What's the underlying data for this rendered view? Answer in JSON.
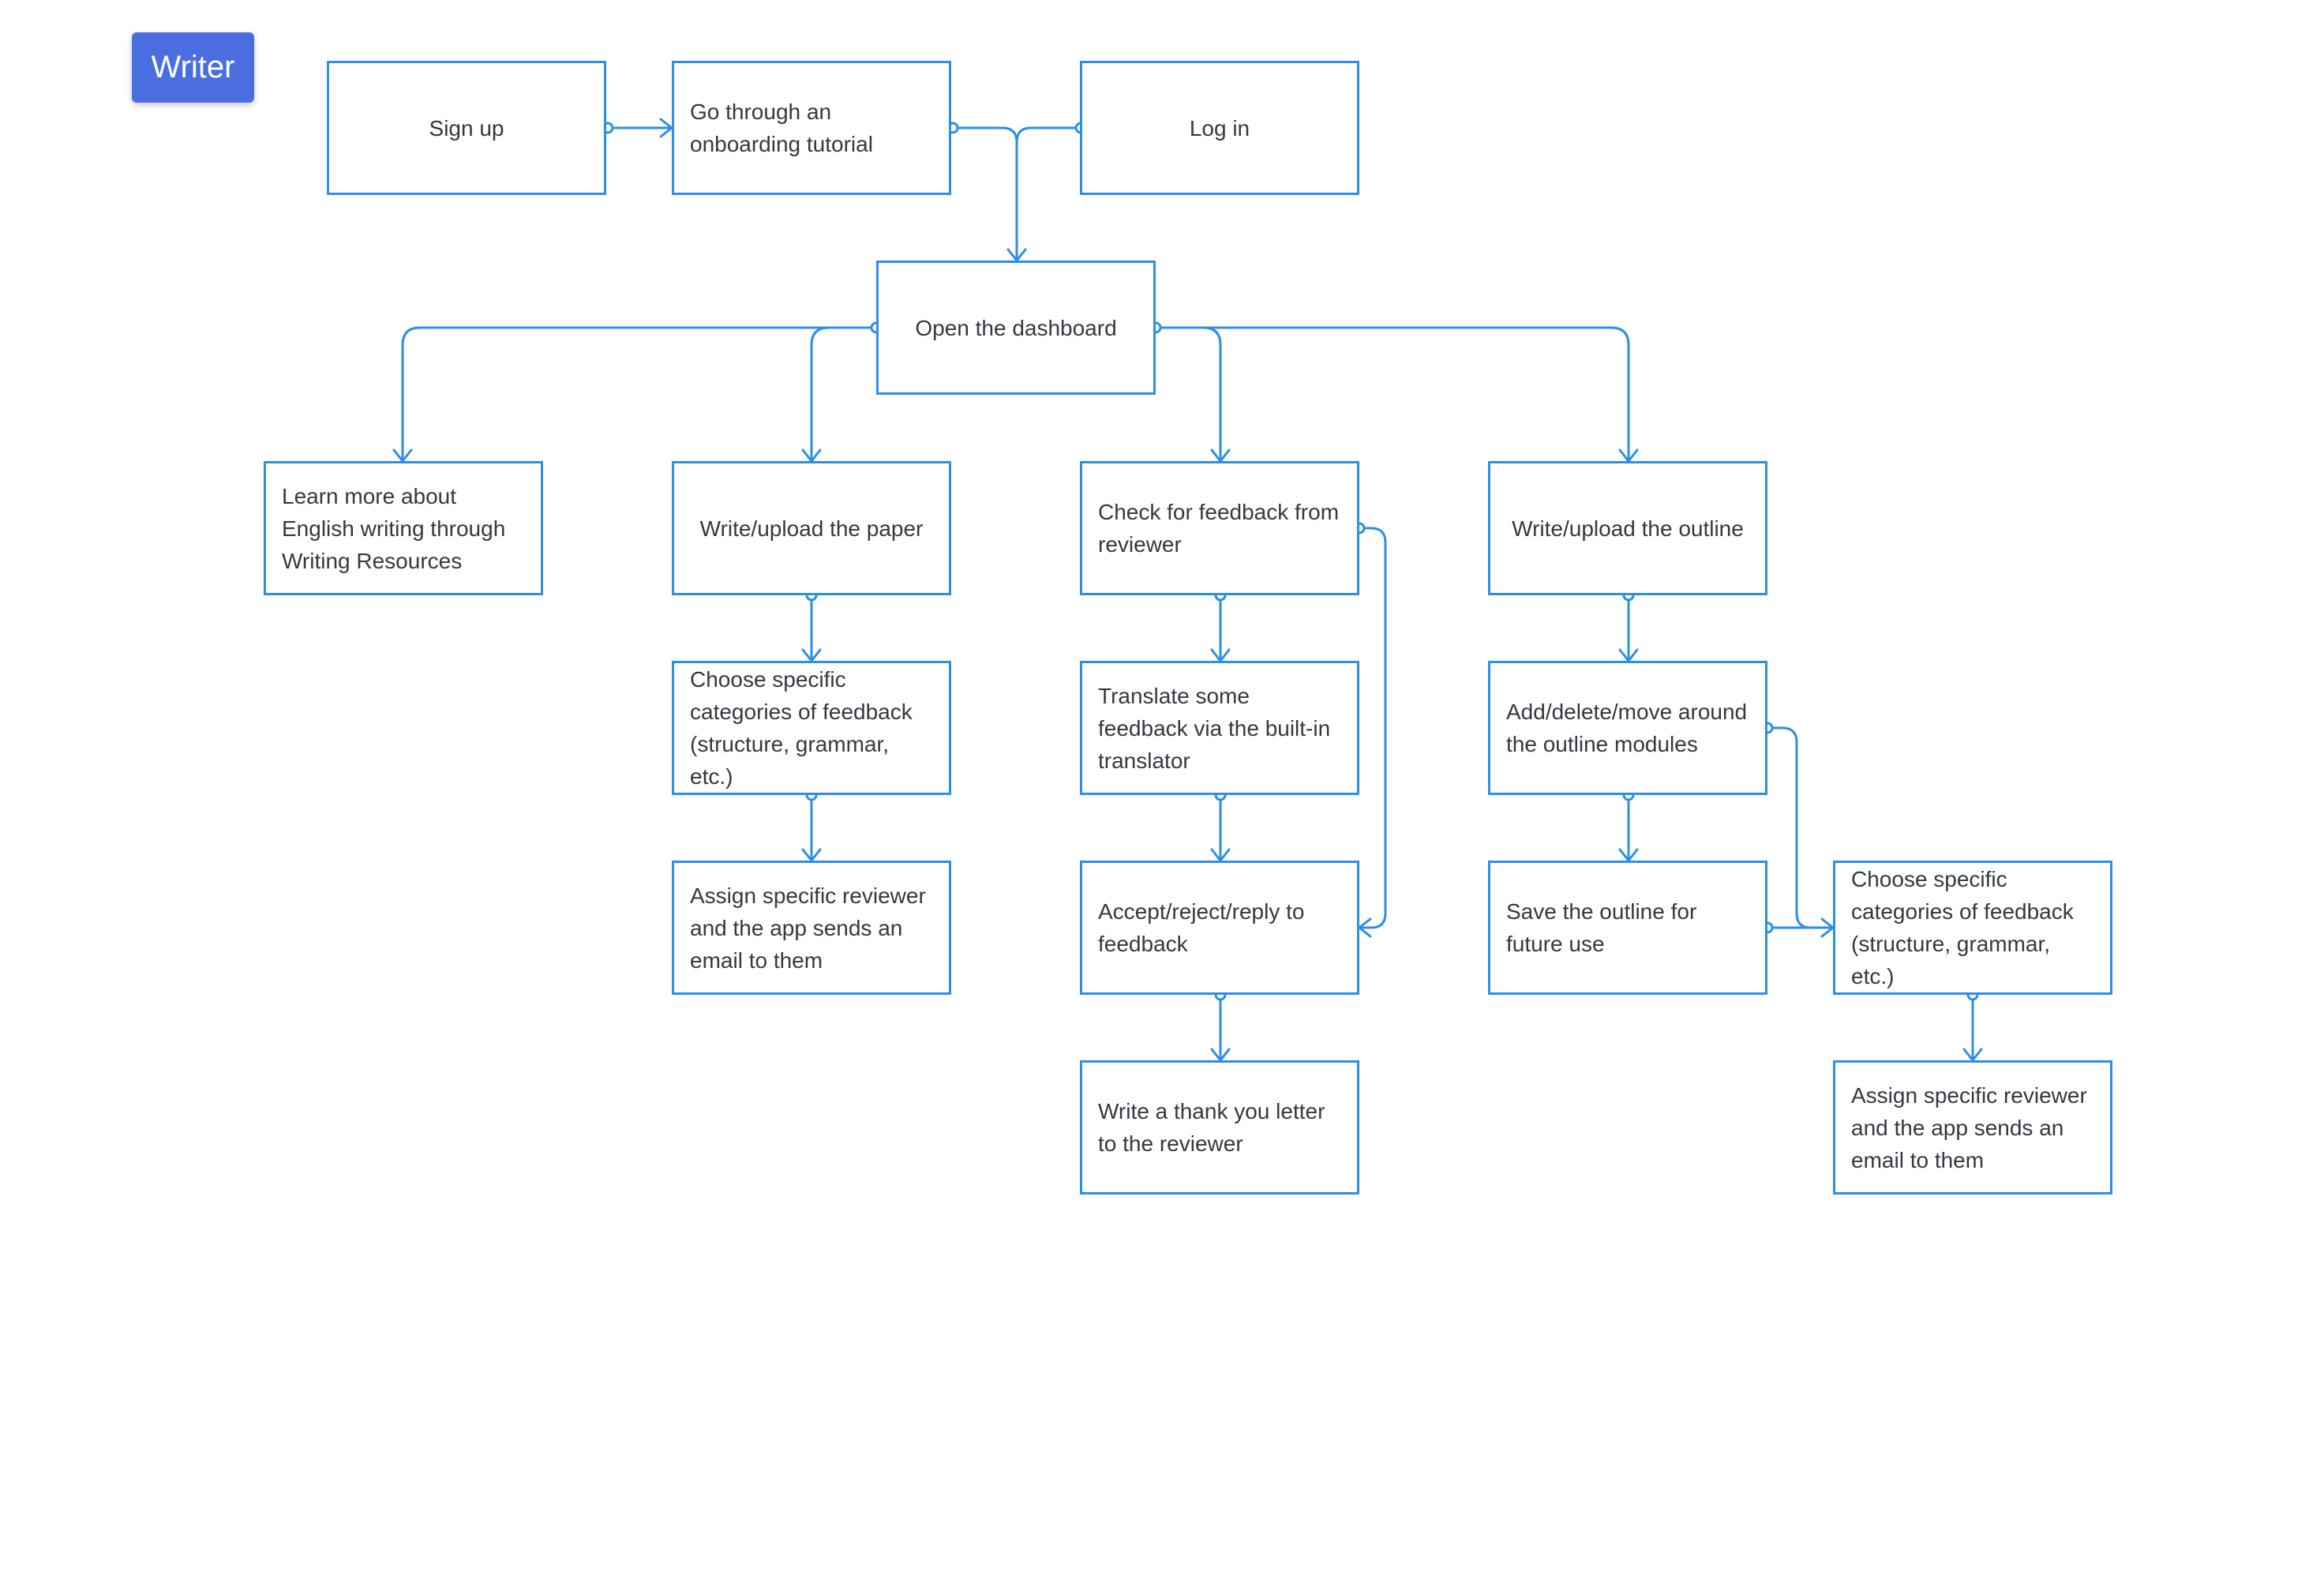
{
  "badge": {
    "label": "Writer"
  },
  "colors": {
    "accent": "#2b8fe8",
    "badge": "#4a6ee0",
    "text": "#333940"
  },
  "nodes": {
    "signup": "Sign up",
    "onboarding": "Go through an onboarding tutorial",
    "login": "Log in",
    "dashboard": "Open the dashboard",
    "learn": "Learn more about English writing through Writing Resources",
    "paper": "Write/upload the paper",
    "paper_categories": "Choose specific categories of feedback (structure, grammar, etc.)",
    "paper_assign": "Assign specific reviewer and the app sends an email to them",
    "check_feedback": "Check for feedback from reviewer",
    "translate": "Translate some feedback via the built-in translator",
    "accept": "Accept/reject/reply to feedback",
    "thank": "Write a thank you letter to the reviewer",
    "outline": "Write/upload the outline",
    "outline_modules": "Add/delete/move around the outline modules",
    "outline_save": "Save the outline for future use",
    "outline_categories": "Choose specific categories of feedback (structure, grammar, etc.)",
    "outline_assign": "Assign specific reviewer and the app sends an email to them"
  }
}
